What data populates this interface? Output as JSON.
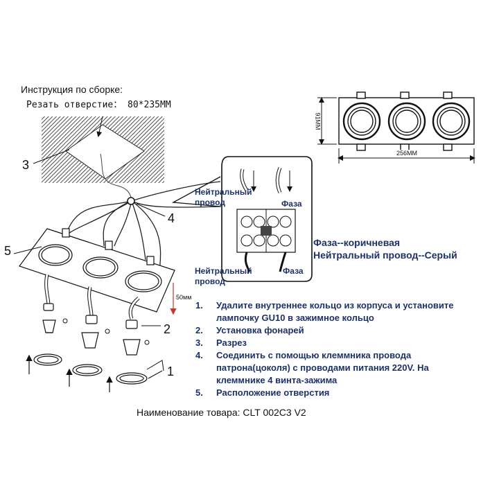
{
  "header": {
    "title": "Инструкция по сборке:",
    "cutout": "Резать отверстие： 80*235MM"
  },
  "callouts": {
    "n1": "1",
    "n2": "2",
    "n3": "3",
    "n4": "4",
    "n5": "5"
  },
  "wiring": {
    "neutral_top": "Нейтральный\nпровод",
    "neutral_top_l1": "Нейтральный",
    "neutral_top_l2": "провод",
    "neutral_bottom_l1": "Нейтральный",
    "neutral_bottom_l2": "провод",
    "phase_top": "Фаза",
    "phase_bottom": "Фаза"
  },
  "legend": {
    "phase": "Фаза--коричневая",
    "neutral": "Нейтральный провод--Серый"
  },
  "dimensions": {
    "height": "91MM",
    "width": "256MM",
    "depth": "50мм"
  },
  "steps": [
    {
      "n": "1.",
      "l1": "Удалите внутреннее кольцо из корпуса и установите",
      "l2": "лампочку GU10 в зажимное кольцо"
    },
    {
      "n": "2.",
      "l1": "Установка фонарей"
    },
    {
      "n": "3.",
      "l1": "Разрез"
    },
    {
      "n": "4.",
      "l1": "Соединить с помощью клеммника провода",
      "l2": "патрона(цоколя) с проводами питания 220V. На",
      "l3": "клеммнике 4 винта-зажима"
    },
    {
      "n": "5.",
      "l1": "Расположение отверстия"
    }
  ],
  "product": "Наименование товара: CLT 002C3 V2",
  "colors": {
    "text_blue": "#1c3166",
    "arrow_red": "#c0392b"
  }
}
